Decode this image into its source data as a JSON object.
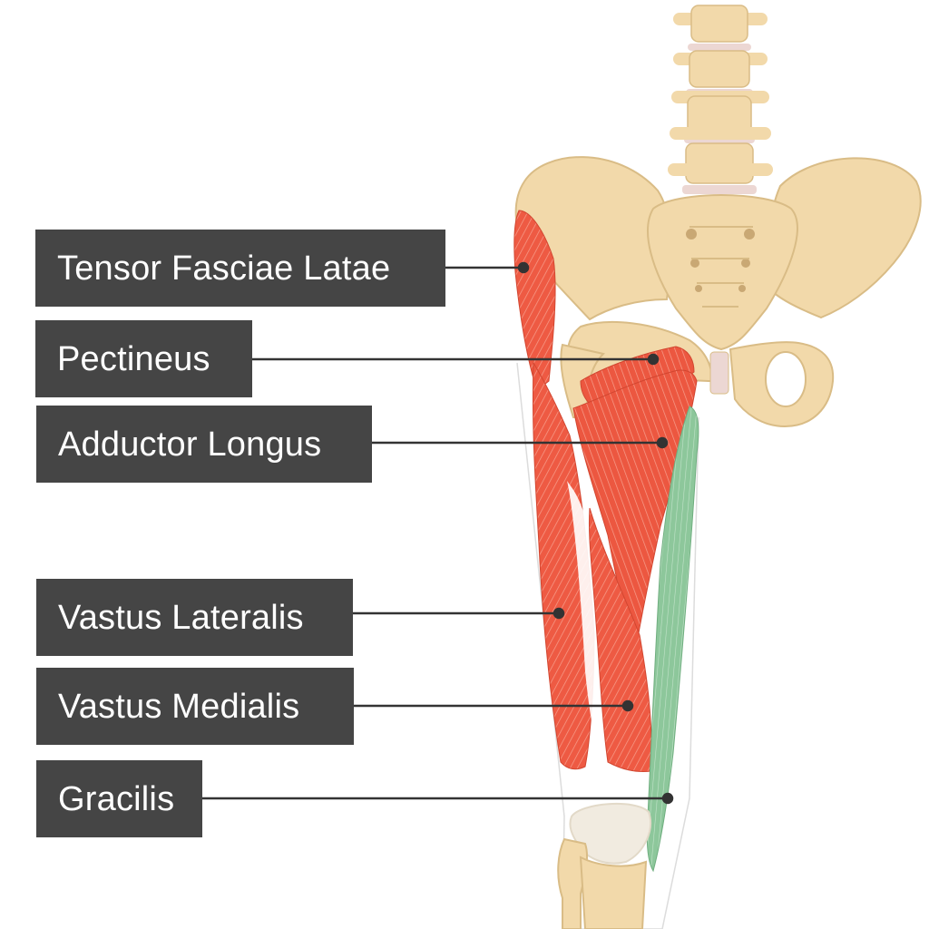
{
  "labels": {
    "tensor_fasciae_latae": "Tensor Fasciae Latae",
    "pectineus": "Pectineus",
    "adductor_longus": "Adductor Longus",
    "vastus_lateralis": "Vastus Lateralis",
    "vastus_medialis": "Vastus Medialis",
    "gracilis": "Gracilis"
  },
  "colors": {
    "bone": "#f2d9aa",
    "bone_shadow": "#d9bc86",
    "muscle": "#ee5a43",
    "muscle_stripe": "#f89a86",
    "gracilis": "#8dc79b",
    "label_bg": "#454545",
    "leader_line": "#333333",
    "cartilage": "#ecd7d3"
  }
}
